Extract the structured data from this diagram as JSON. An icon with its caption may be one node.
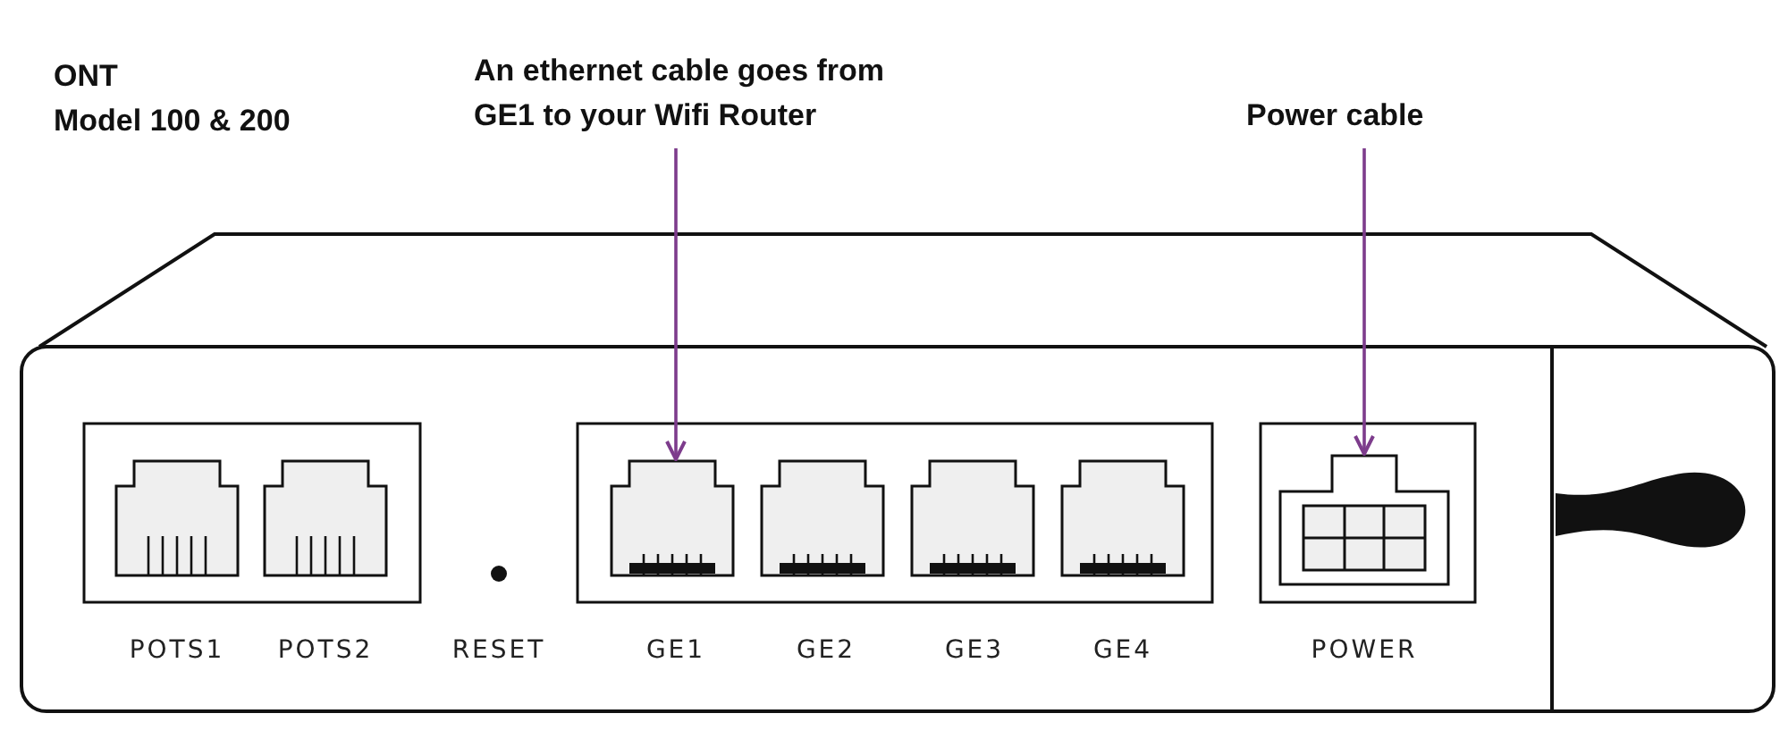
{
  "diagram": {
    "nodes": [
      {
        "text": [
          "An ethernet cable goes from GE1 to your Wifi Router"
        ]
      },
      {
        "text": [],
        "shape": "box"
      },
      {
        "text": [
          "Power cable"
        ]
      },
      {
        "text": [],
        "shape": "box"
      }
    ],
    "edges": [
      {
        "from": 0,
        "to": 1,
        "arrow": "to"
      },
      {
        "from": 2,
        "to": 3,
        "arrow": "to"
      }
    ],
    "labels": [
      "ONT",
      "Model 100 & 200",
      "POTS1",
      "POTS2",
      "RESET",
      "GE1",
      "GE2",
      "GE3",
      "GE4",
      "POWER"
    ]
  }
}
